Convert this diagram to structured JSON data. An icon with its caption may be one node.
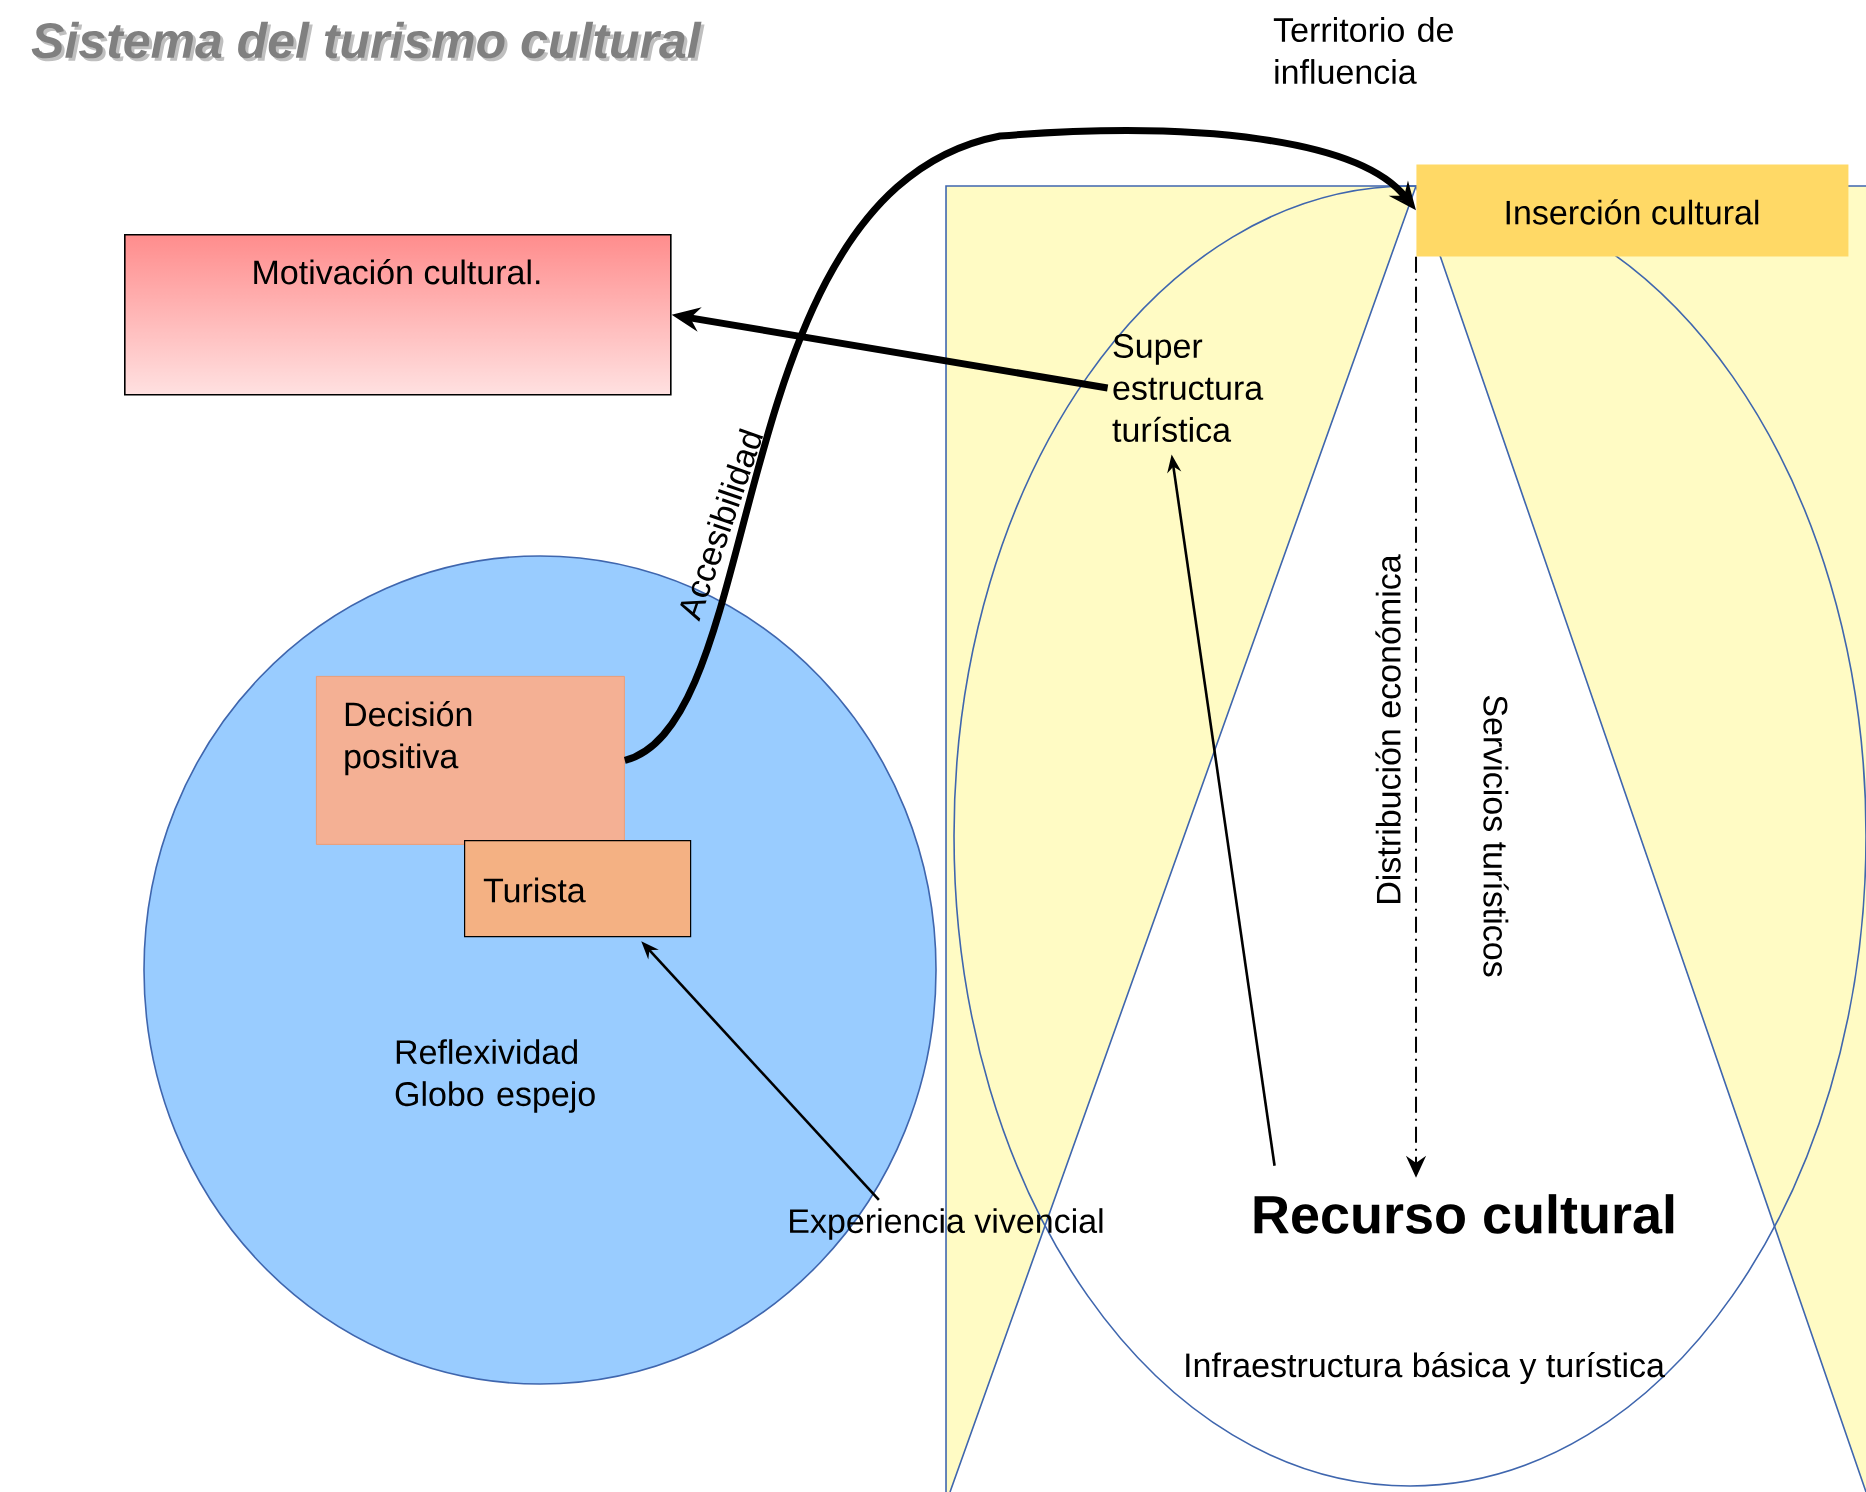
{
  "diagram": {
    "title": "Sistema del turismo cultural",
    "nodes": [
      {
        "text": [
          "Motivación cultural."
        ]
      },
      {
        "text": [
          "Reflexividad Globo espejo"
        ]
      },
      {
        "text": [
          "Decisión positiva"
        ],
        "in": 1
      },
      {
        "text": [
          "Turista"
        ],
        "in": 1
      },
      {
        "text": [
          "Experiencia vivencial"
        ]
      },
      {
        "text": [
          "Super estructura turística"
        ]
      },
      {
        "text": [
          "Inserción cultural"
        ]
      },
      {
        "text": [
          "Recurso cultural"
        ]
      }
    ],
    "edges": [
      {
        "from": 2,
        "to": 6,
        "arrow": "to",
        "label": "Accesibilidad",
        "style": "thick"
      },
      {
        "from": 5,
        "to": 0,
        "arrow": "to",
        "style": "thick"
      },
      {
        "from": 7,
        "to": 5,
        "arrow": "to"
      },
      {
        "from": 4,
        "to": 3,
        "arrow": "to"
      },
      {
        "from": 6,
        "to": 7,
        "arrow": "to",
        "label": "Distribución económica",
        "style": "dashed"
      }
    ],
    "labels": [
      "Territorio de influencia",
      "Servicios turísticos",
      "Infraestructura básica y turística"
    ]
  }
}
